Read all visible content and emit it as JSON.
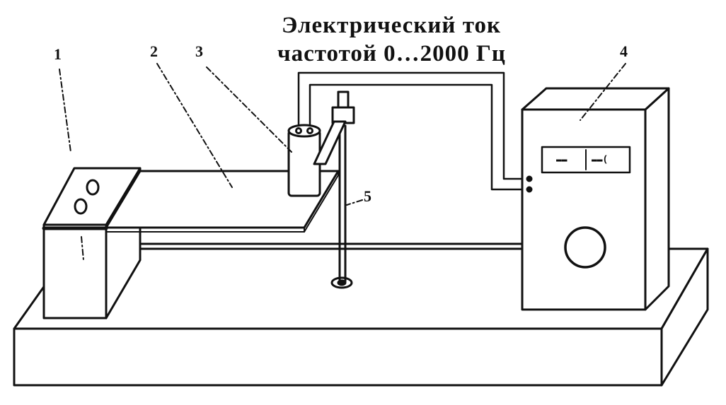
{
  "diagram": {
    "title_line1": "Электрический ток",
    "title_line2": "частотой  0…2000 Гц",
    "labels": {
      "l1": "1",
      "l2": "2",
      "l3": "3",
      "l4": "4",
      "l5": "5"
    },
    "display_left": "▬▬",
    "display_right": "▬▬("
  },
  "colors": {
    "ink": "#111111",
    "paper": "#ffffff"
  }
}
